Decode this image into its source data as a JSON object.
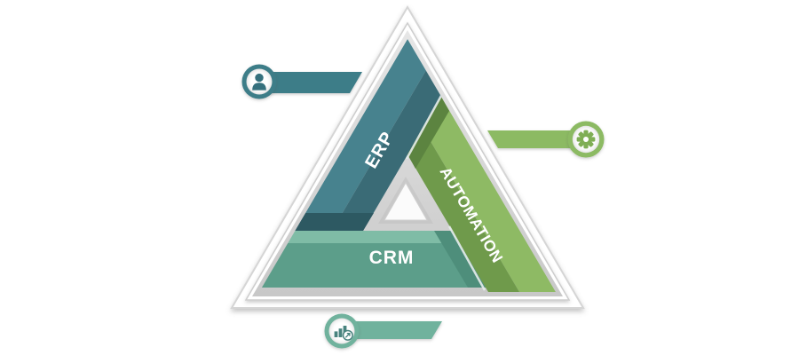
{
  "title": "ERP / CRM / Automation triangle infographic",
  "background_color": "#ffffff",
  "triangle": {
    "label_color": "#ffffff",
    "frame_color": "#ffffff",
    "frame_stroke": "#d5d5d5",
    "backdrop_gray": "#d2d2d2",
    "segments": {
      "erp": {
        "label": "ERP",
        "color_light": "#47828e",
        "color_dark": "#3a6b76",
        "color_shadow": "#2d5962"
      },
      "automation": {
        "label": "AUTOMATION",
        "color_light": "#8eba64",
        "color_dark": "#6f9a4b",
        "color_shadow": "#5c8440"
      },
      "crm": {
        "label": "CRM",
        "color_light": "#7fbca6",
        "color_dark": "#5c9e8a",
        "color_shadow": "#4e8e7b"
      }
    }
  },
  "callouts": {
    "person": {
      "icon": "person-icon",
      "color": "#3e7d88",
      "glyph_color": "#35707d",
      "position": "top-left"
    },
    "gear": {
      "icon": "gear-icon",
      "color": "#8cba63",
      "glyph_color": "#7fae55",
      "position": "right"
    },
    "growth": {
      "icon": "growth-chart-icon",
      "color": "#6fb29d",
      "glyph_color": "#48837e",
      "position": "bottom"
    }
  }
}
